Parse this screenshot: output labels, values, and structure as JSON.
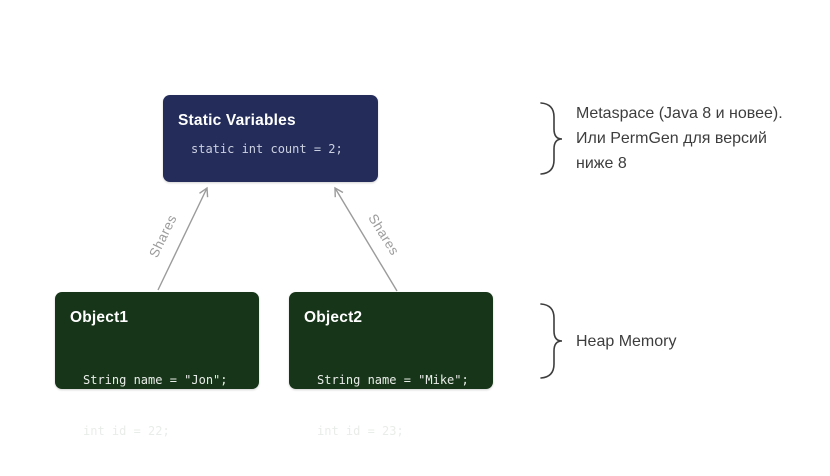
{
  "static_box": {
    "title": "Static Variables",
    "code": "static int count = 2;"
  },
  "object1": {
    "title": "Object1",
    "code_line1": "String name = \"Jon\";",
    "code_line2": "int id = 22;"
  },
  "object2": {
    "title": "Object2",
    "code_line1": "String name = \"Mike\";",
    "code_line2": "int id = 23;"
  },
  "arrows": {
    "left_label": "Shares",
    "right_label": "Shares"
  },
  "annotations": {
    "metaspace_lines": [
      "Metaspace (Java 8 и новее).",
      "Или PermGen для версий",
      "ниже 8"
    ],
    "heap": "Heap Memory"
  },
  "colors": {
    "static_box_bg": "#242c59",
    "object_box_bg": "#173518",
    "arrow": "#9b9b9b",
    "shares_label": "#9b9b9b",
    "annotation_text": "#3d3d3d",
    "title_text": "#ffffff",
    "static_code_text": "#ccd1e2",
    "object_code_text": "#e9ede9"
  }
}
